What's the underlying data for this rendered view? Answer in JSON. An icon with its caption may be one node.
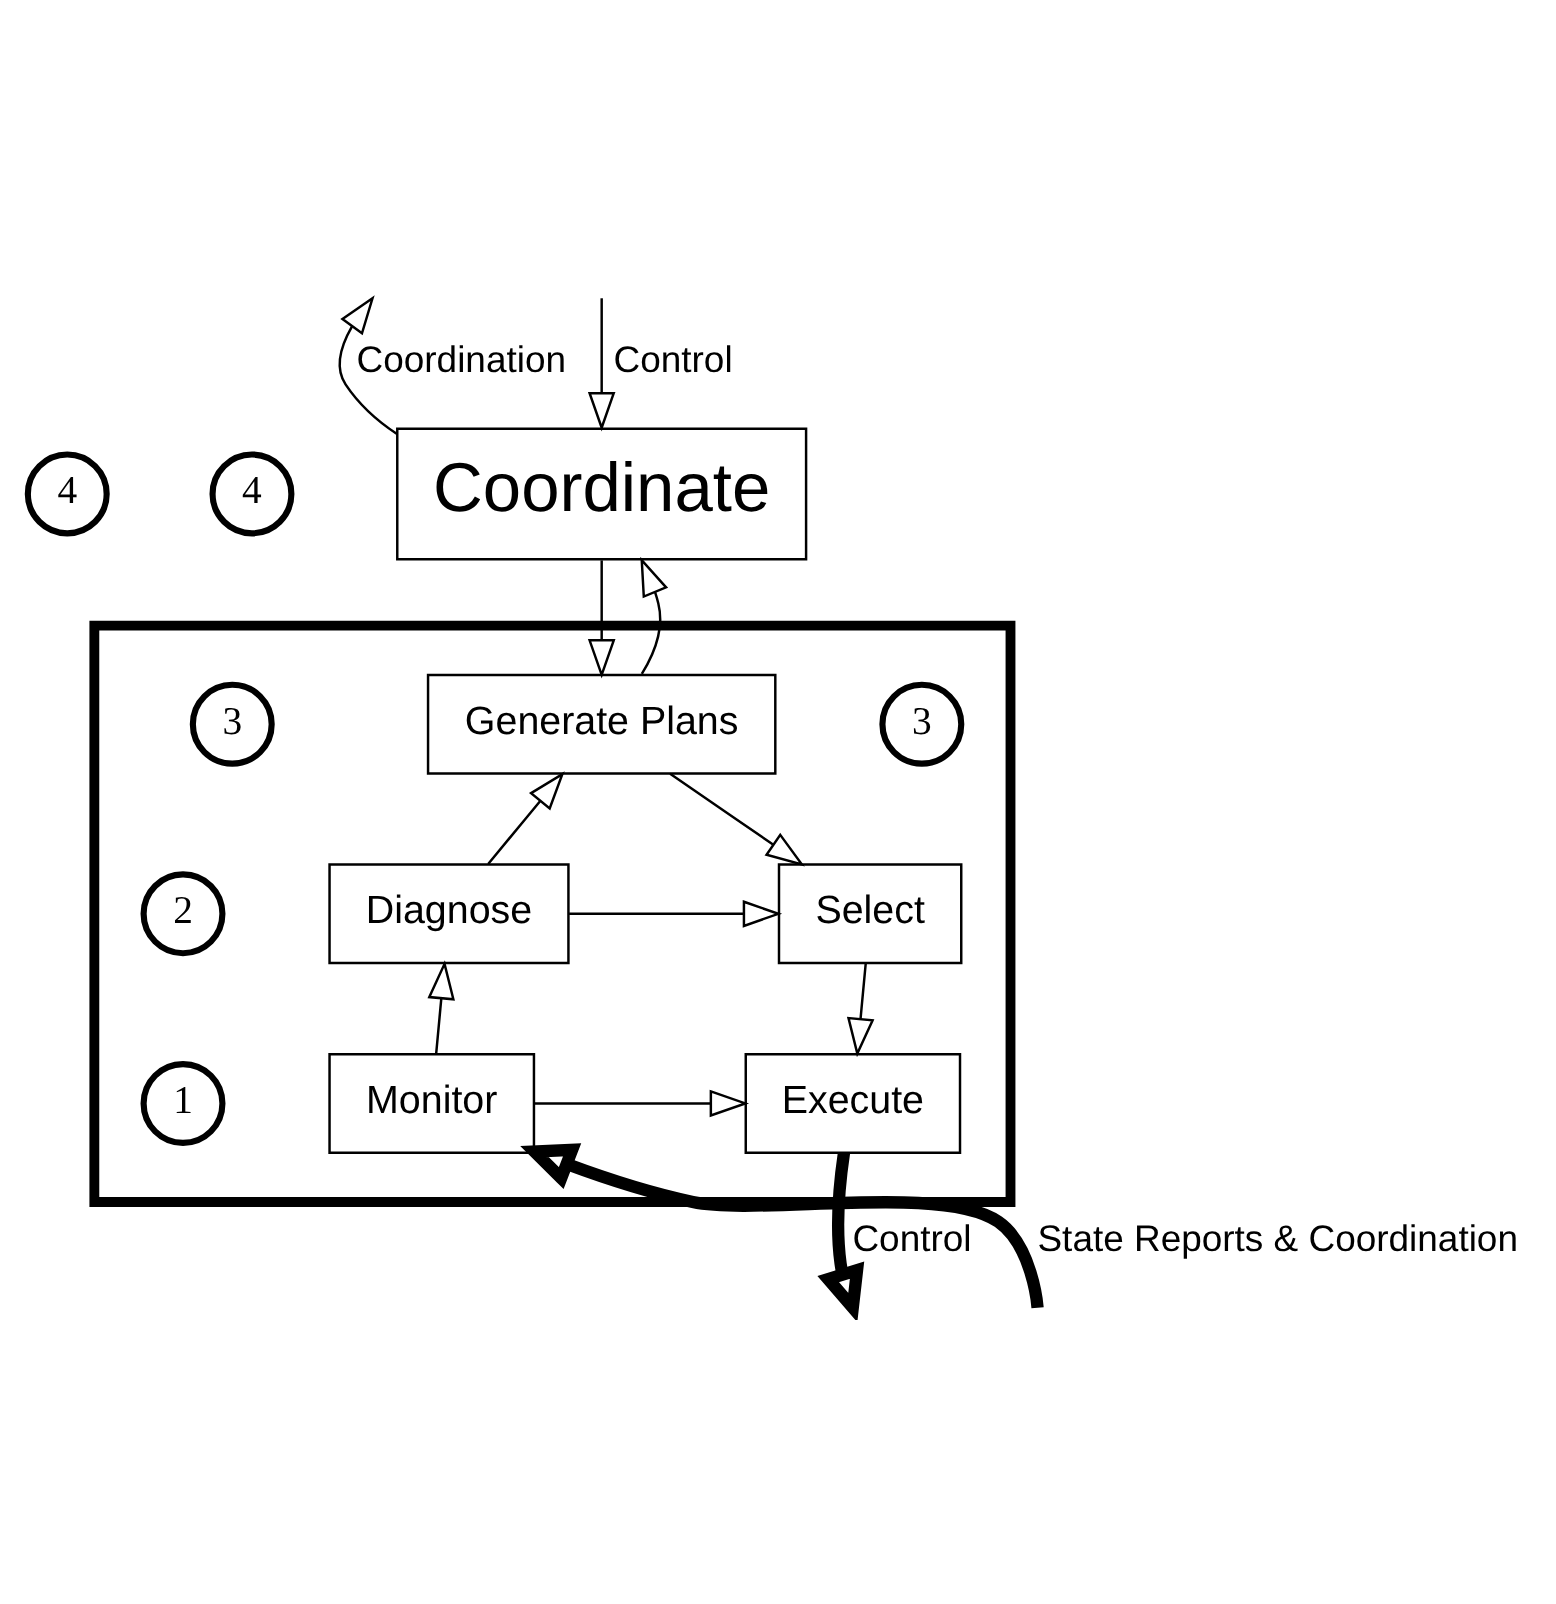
{
  "diagram": {
    "nodes": [
      {
        "text": [
          "4"
        ]
      },
      {
        "text": [
          "4"
        ]
      },
      {
        "text": [
          "Coordinate"
        ]
      },
      {
        "text": [],
        "shape": "box"
      },
      {
        "text": [
          "3"
        ],
        "in": 3
      },
      {
        "text": [
          "Generate Plans"
        ],
        "in": 3
      },
      {
        "text": [
          "3"
        ],
        "in": 3
      },
      {
        "text": [
          "Diagnose"
        ],
        "in": 3
      },
      {
        "text": [
          "Select"
        ],
        "in": 3
      },
      {
        "text": [
          "2"
        ],
        "in": 3
      },
      {
        "text": [
          "Monitor"
        ],
        "in": 3
      },
      {
        "text": [
          "Execute"
        ],
        "in": 3
      },
      {
        "text": [
          "1"
        ],
        "in": 3
      }
    ],
    "edges": [
      {
        "from": 2,
        "to": null,
        "arrow": "to",
        "label": "Coordination"
      },
      {
        "from": null,
        "to": 2,
        "arrow": "to",
        "label": "Control"
      },
      {
        "from": 5,
        "to": 2,
        "arrow": "to"
      },
      {
        "from": 2,
        "to": 5,
        "arrow": "to"
      },
      {
        "from": 7,
        "to": 5,
        "arrow": "to"
      },
      {
        "from": 5,
        "to": 8,
        "arrow": "to"
      },
      {
        "from": 7,
        "to": 8,
        "arrow": "to"
      },
      {
        "from": 10,
        "to": 7,
        "arrow": "to"
      },
      {
        "from": 8,
        "to": 11,
        "arrow": "to"
      },
      {
        "from": 10,
        "to": 11,
        "arrow": "to"
      },
      {
        "from": null,
        "to": 10,
        "arrow": "to",
        "label": "State Reports & Coordination",
        "style": "thick"
      },
      {
        "from": 11,
        "to": null,
        "arrow": "to",
        "label": "Control",
        "style": "thick"
      }
    ]
  }
}
